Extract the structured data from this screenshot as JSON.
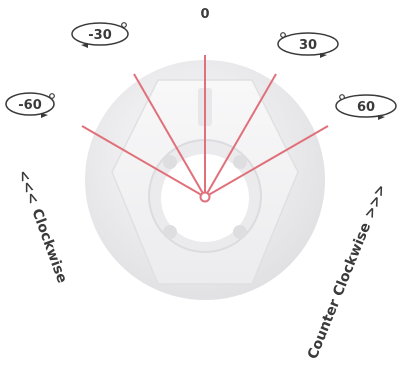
{
  "angle_marks": [
    {
      "label": "-60",
      "angle": -60
    },
    {
      "label": "-30",
      "angle": -30
    },
    {
      "label": "0",
      "angle": 0
    },
    {
      "label": "30",
      "angle": 30
    },
    {
      "label": "60",
      "angle": 60
    }
  ],
  "left_direction": {
    "arrows": "<<<",
    "word": "Clockwise"
  },
  "right_direction": {
    "word": "Counter Clockwise",
    "arrows": ">>>"
  },
  "colors": {
    "guide_line": "#e0707a",
    "knob_base": "#e9e9eb",
    "knob_hex": "#f3f3f4",
    "text": "#3a3a3a"
  }
}
